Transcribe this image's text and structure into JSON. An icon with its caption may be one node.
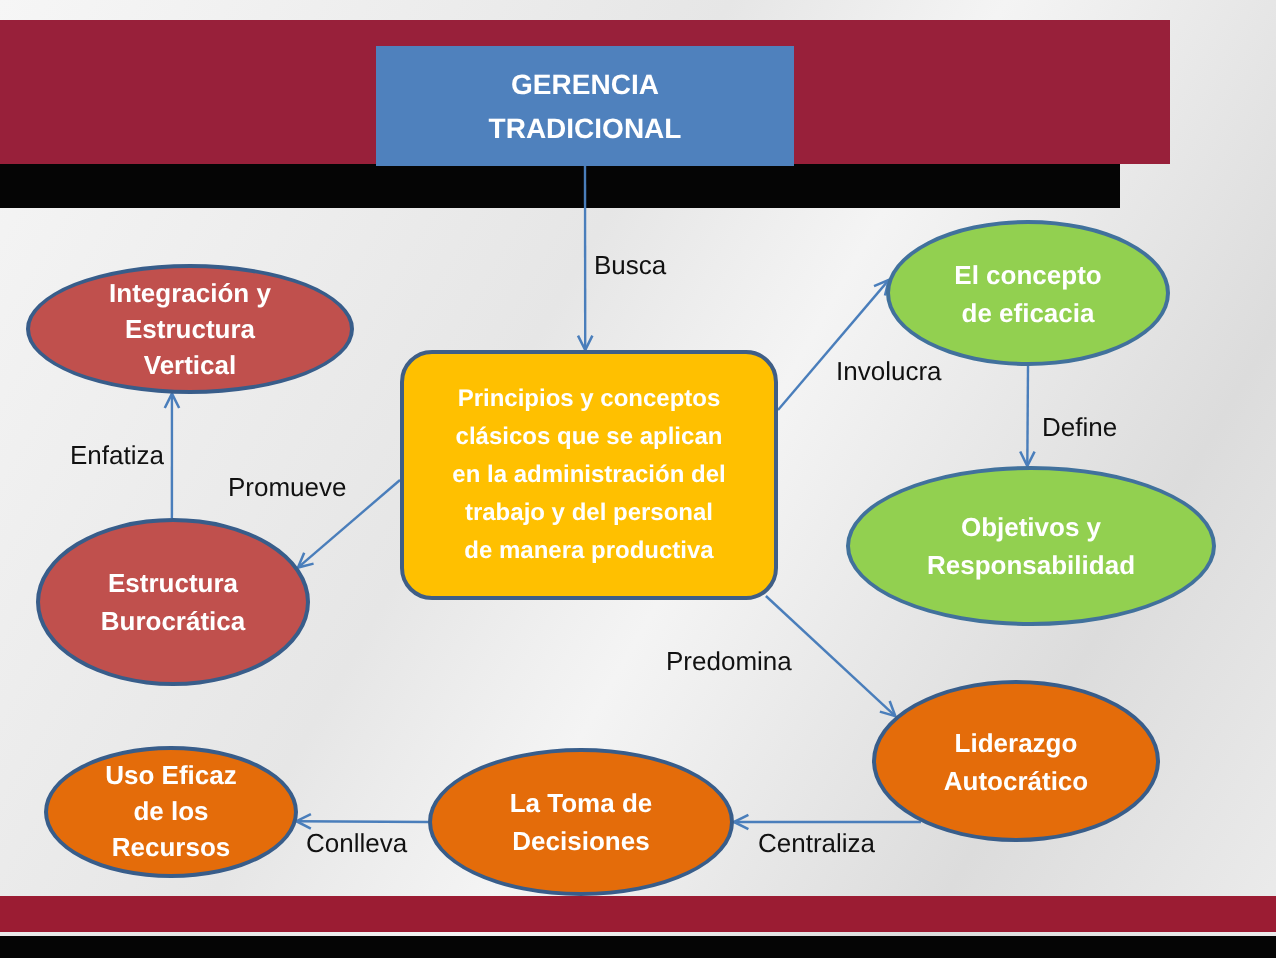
{
  "diagram": {
    "nodes": [
      {
        "text": [
          "GERENCIA TRADICIONAL"
        ]
      },
      {
        "text": [
          "Integración y Estructura Vertical"
        ]
      },
      {
        "text": [
          "El concepto de eficacia"
        ]
      },
      {
        "text": [
          "Principios y conceptos clásicos que se aplican en la administración del trabajo y del personal de manera productiva"
        ]
      },
      {
        "text": [
          "Objetivos y Responsabilidad"
        ]
      },
      {
        "text": [
          "Estructura Burocrática"
        ]
      },
      {
        "text": [
          "Liderazgo Autocrático"
        ]
      },
      {
        "text": [
          "Uso Eficaz de los Recursos"
        ]
      },
      {
        "text": [
          "La Toma de Decisiones"
        ]
      }
    ],
    "edges": [
      {
        "from": 0,
        "to": 3,
        "arrow": "to",
        "label": "Busca"
      },
      {
        "from": 3,
        "to": 2,
        "arrow": "to",
        "label": "Involucra"
      },
      {
        "from": 2,
        "to": 4,
        "arrow": "to",
        "label": "Define"
      },
      {
        "from": 3,
        "to": 5,
        "arrow": "to",
        "label": "Promueve"
      },
      {
        "from": 5,
        "to": 1,
        "arrow": "to",
        "label": "Enfatiza"
      },
      {
        "from": 3,
        "to": 6,
        "arrow": "to",
        "label": "Predomina"
      },
      {
        "from": 6,
        "to": 8,
        "arrow": "to",
        "label": "Centraliza"
      },
      {
        "from": 8,
        "to": 7,
        "arrow": "to",
        "label": "Conlleva"
      }
    ]
  }
}
